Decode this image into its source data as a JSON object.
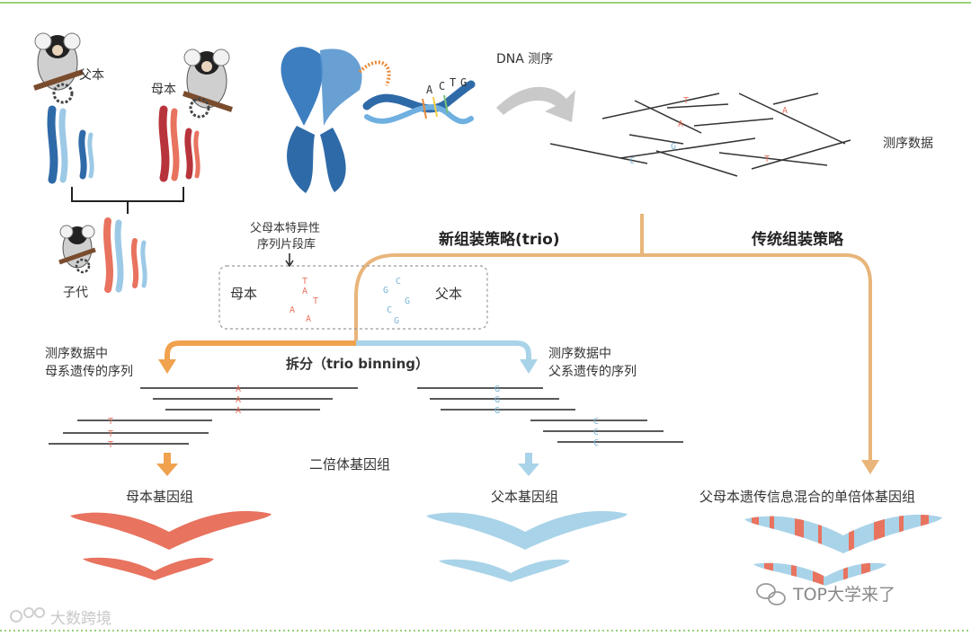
{
  "colors": {
    "maternal": "#e8735f",
    "paternal": "#a9d3e8",
    "chromo_dark": "#2f6aa8",
    "chromo_light": "#9cc9e6",
    "chromo_red": "#b8343b",
    "trunk": "#e8b57a",
    "accent_line": "#9bd07a"
  },
  "labels": {
    "father": "父本",
    "mother": "母本",
    "offspring": "子代",
    "dna_seq": "DNA 测序",
    "seq_data": "测序数据",
    "library_line1": "父母本特异性",
    "library_line2": "序列片段库",
    "lib_mother": "母本",
    "lib_father": "父本",
    "new_strategy": "新组装策略(trio)",
    "trad_strategy": "传统组装策略",
    "left_reads_line1": "测序数据中",
    "left_reads_line2": "母系遗传的序列",
    "right_reads_line1": "测序数据中",
    "right_reads_line2": "父系遗传的序列",
    "binning": "拆分（trio binning）",
    "diploid": "二倍体基因组",
    "maternal_genome": "母本基因组",
    "paternal_genome": "父本基因组",
    "haploid_genome": "父母本遗传信息混合的单倍体基因组",
    "watermark_left": "大数跨境",
    "watermark_right": "TOP大学来了"
  },
  "bases": {
    "helix": [
      "A",
      "C",
      "T",
      "G"
    ],
    "seq_data": [
      "T",
      "A",
      "G",
      "C",
      "A",
      "T"
    ],
    "lib_mother": [
      "T",
      "A",
      "T",
      "A",
      "A"
    ],
    "lib_father": [
      "C",
      "G",
      "G",
      "C",
      "G"
    ],
    "left_reads_top": [
      "A",
      "A",
      "A"
    ],
    "left_reads_bottom": [
      "T",
      "T",
      "T"
    ],
    "right_reads_top": [
      "G",
      "G",
      "G"
    ],
    "right_reads_bottom": [
      "C",
      "C",
      "C"
    ]
  }
}
